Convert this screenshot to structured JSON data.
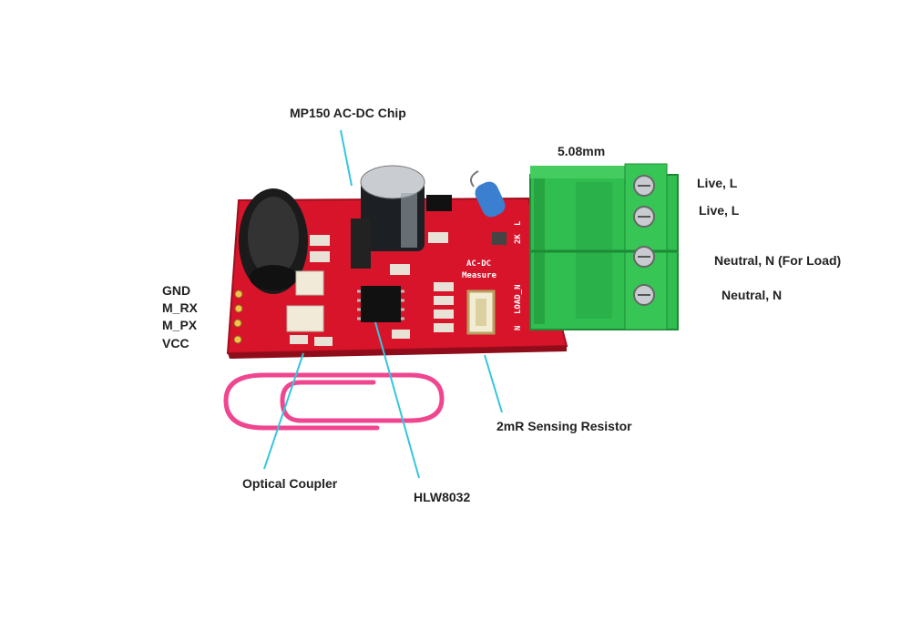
{
  "labels": {
    "mp150": "MP150 AC-DC Chip",
    "pitch": "5.08mm",
    "live1": "Live, L",
    "live2": "Live, L",
    "neutral_load": "Neutral, N (For Load)",
    "neutral": "Neutral, N",
    "gnd": "GND",
    "m_rx": "M_RX",
    "m_px": "M_PX",
    "vcc": "VCC",
    "sensing_resistor": "2mR Sensing Resistor",
    "optical_coupler": "Optical Coupler",
    "hlw8032": "HLW8032"
  },
  "silkscreen": {
    "acdc": "AC-DC",
    "measure": "Measure",
    "load_n": "LOAD_N",
    "l": "L",
    "n": "N",
    "two_k": "2K"
  },
  "colors": {
    "pcb": "#d8142a",
    "terminal": "#2fbe4f",
    "leader": "#35c6df",
    "paperclip": "#f0468f"
  }
}
